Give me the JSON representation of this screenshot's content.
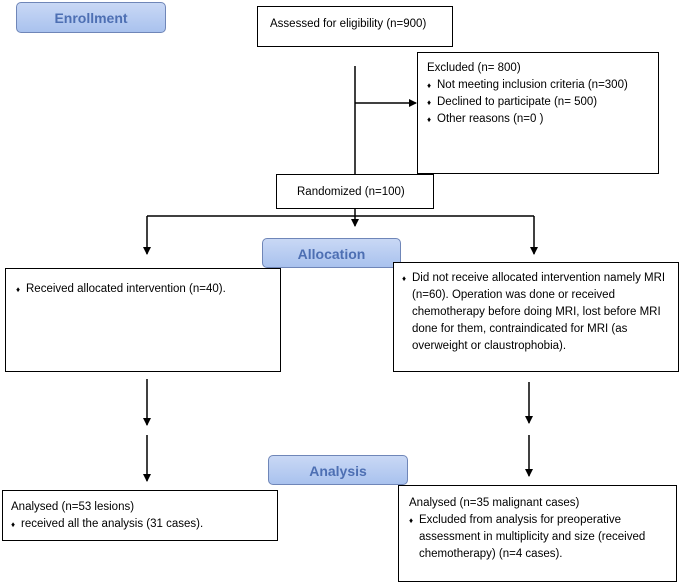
{
  "stages": {
    "enrollment": "Enrollment",
    "allocation": "Allocation",
    "analysis": "Analysis"
  },
  "assessed": "Assessed for eligibility (n=900)",
  "excluded": {
    "title": "Excluded  (n= 800)",
    "items": [
      "Not meeting inclusion criteria (n=300)",
      "Declined to participate (n= 500)",
      "Other reasons (n=0 )"
    ]
  },
  "randomized": "Randomized (n=100)",
  "received": "Received allocated intervention (n=40).",
  "not_received": "Did not receive allocated intervention namely MRI (n=60). Operation was done or received chemotherapy before doing MRI, lost before MRI done for them, contraindicated for MRI (as overweight or claustrophobia).",
  "analysed_left": {
    "title": "Analysed  (n=53 lesions)",
    "item": "received all the analysis (31 cases)."
  },
  "analysed_right": {
    "title": "Analysed  (n=35 malignant cases)",
    "item": "Excluded from analysis for preoperative assessment in multiplicity and size (received chemotherapy) (n=4 cases)."
  },
  "bullet_glyph": "♦"
}
